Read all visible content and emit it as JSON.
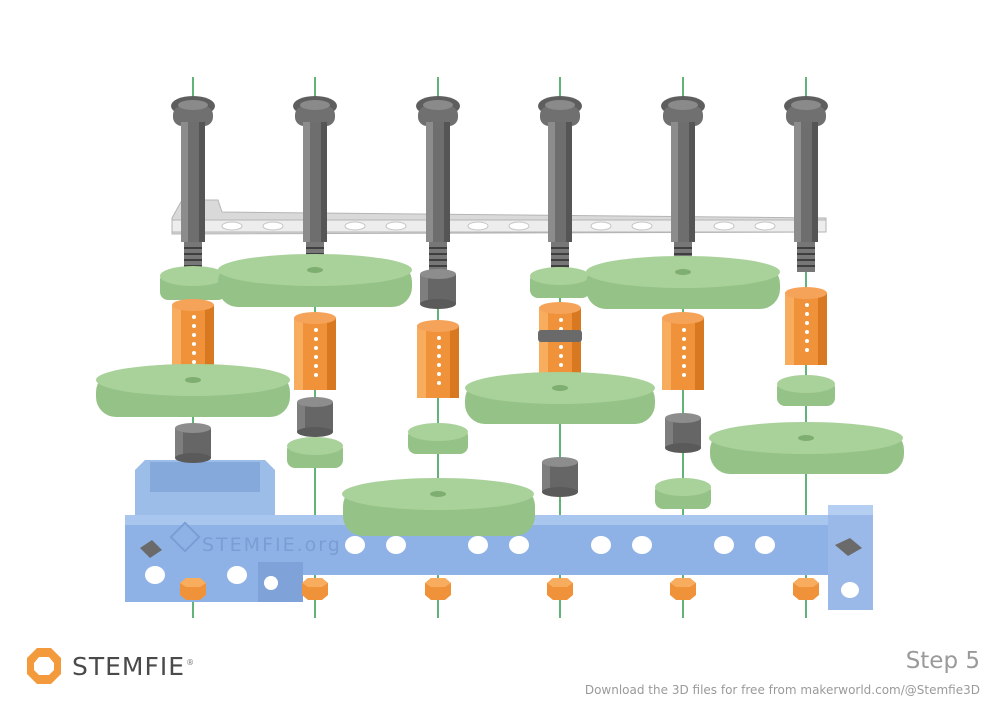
{
  "brand": {
    "name": "STEMFIE",
    "registered_mark": "®",
    "logo_icon": "stemfie-hexagon-logo-icon",
    "accent_color": "#f39a3d"
  },
  "beam_marking": "STEMFIE.org",
  "step": {
    "label": "Step 5"
  },
  "footer": {
    "download_note": "Download the 3D files for free from makerworld.com/@Stemfie3D"
  },
  "colors": {
    "bolt": "#6f6f6f",
    "brace": "#d6d6d6",
    "gear": "#9fc98f",
    "spacer": "#f0923a",
    "bushing": "#6a6a6a",
    "beam": "#8fb2e6",
    "nut": "#f0923a",
    "axis": "#2f9a4a"
  }
}
